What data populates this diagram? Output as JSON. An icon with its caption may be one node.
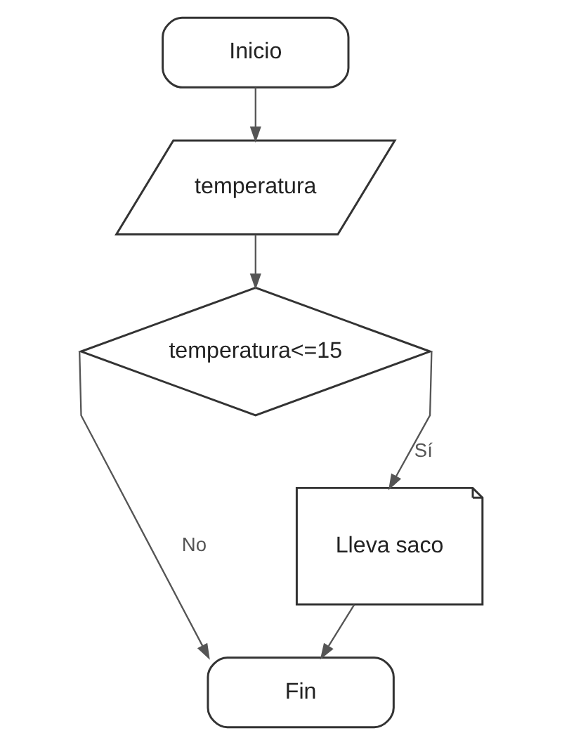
{
  "diagram": {
    "nodes": [
      {
        "text": [
          "Inicio"
        ]
      },
      {
        "text": [
          "temperatura"
        ]
      },
      {
        "text": [
          "temperatura<=15"
        ]
      },
      {
        "text": [
          "Lleva saco"
        ]
      },
      {
        "text": [
          "Fin"
        ]
      }
    ],
    "edges": [
      {
        "from": 0,
        "to": 1,
        "arrow": "to"
      },
      {
        "from": 1,
        "to": 2,
        "arrow": "to"
      },
      {
        "from": 2,
        "to": 3,
        "arrow": "to",
        "label": "Sí"
      },
      {
        "from": 2,
        "to": 4,
        "arrow": "to",
        "label": "No"
      },
      {
        "from": 3,
        "to": 4,
        "arrow": "to"
      }
    ]
  }
}
